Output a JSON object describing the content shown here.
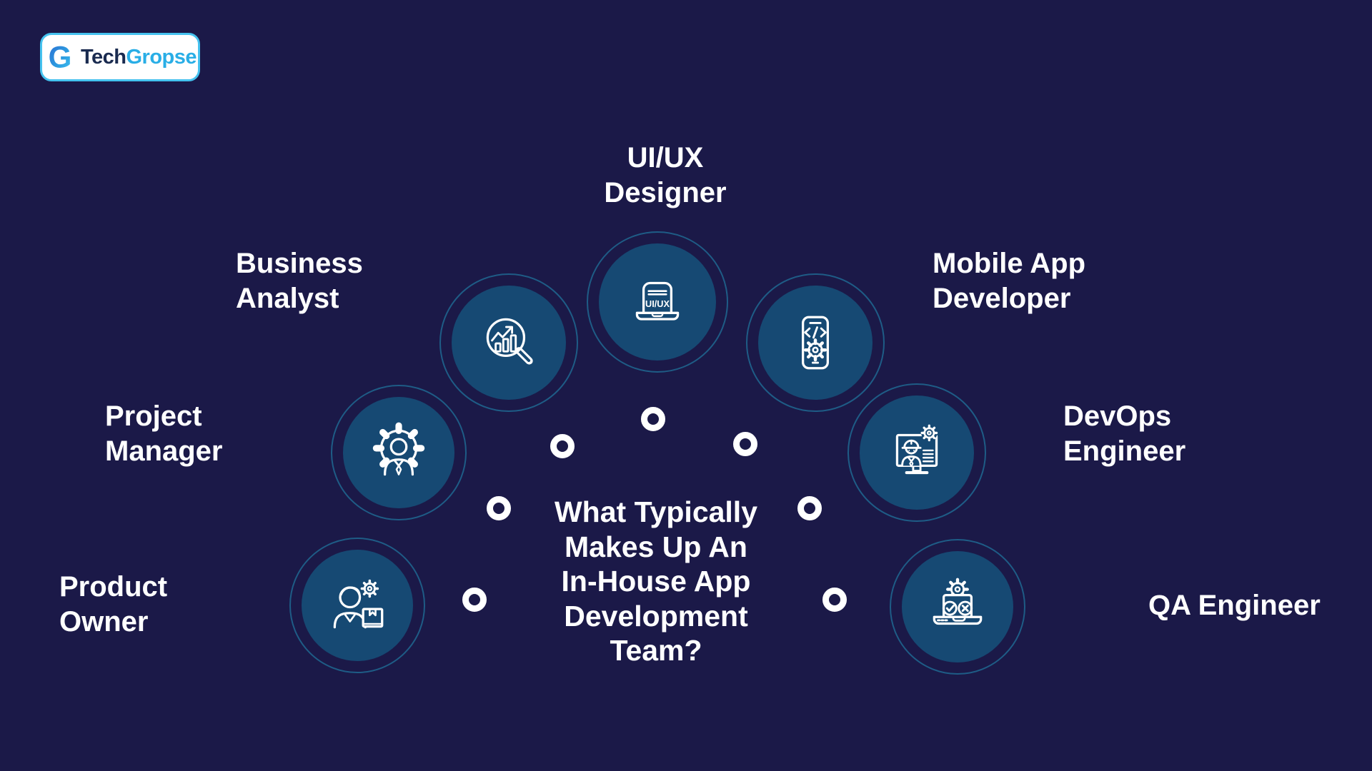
{
  "logo": {
    "letter": "G",
    "tech": "Tech",
    "gropse": "Gropse"
  },
  "title": {
    "lines": [
      "What Typically",
      "Makes Up An",
      "In-House App",
      "Development",
      "Team?"
    ]
  },
  "roles": [
    {
      "name": "UI/UX Designer",
      "lines": [
        "UI/UX",
        "Designer"
      ],
      "icon": "laptop-uiux-icon",
      "icon_text": "UI/UX"
    },
    {
      "name": "Business Analyst",
      "lines": [
        "Business",
        "Analyst"
      ],
      "icon": "magnifier-trend-chart-icon"
    },
    {
      "name": "Mobile App Developer",
      "lines": [
        "Mobile App",
        "Developer"
      ],
      "icon": "phone-code-gear-icon"
    },
    {
      "name": "Project Manager",
      "lines": [
        "Project",
        "Manager"
      ],
      "icon": "gear-person-icon"
    },
    {
      "name": "DevOps Engineer",
      "lines": [
        "DevOps",
        "Engineer"
      ],
      "icon": "monitor-engineer-gear-icon"
    },
    {
      "name": "Product Owner",
      "lines": [
        "Product",
        "Owner"
      ],
      "icon": "person-gear-package-icon"
    },
    {
      "name": "QA Engineer",
      "lines": [
        "QA Engineer"
      ],
      "icon": "laptop-gear-check-cross-icon"
    }
  ],
  "colors": {
    "background": "#1B1948",
    "bubble_fill": "#164973",
    "bubble_ring": "#1E5C86",
    "text": "#FFFFFF",
    "logo_dark": "#1A2B50",
    "logo_cyan": "#29AEE6",
    "logo_border": "#45C2EF"
  }
}
